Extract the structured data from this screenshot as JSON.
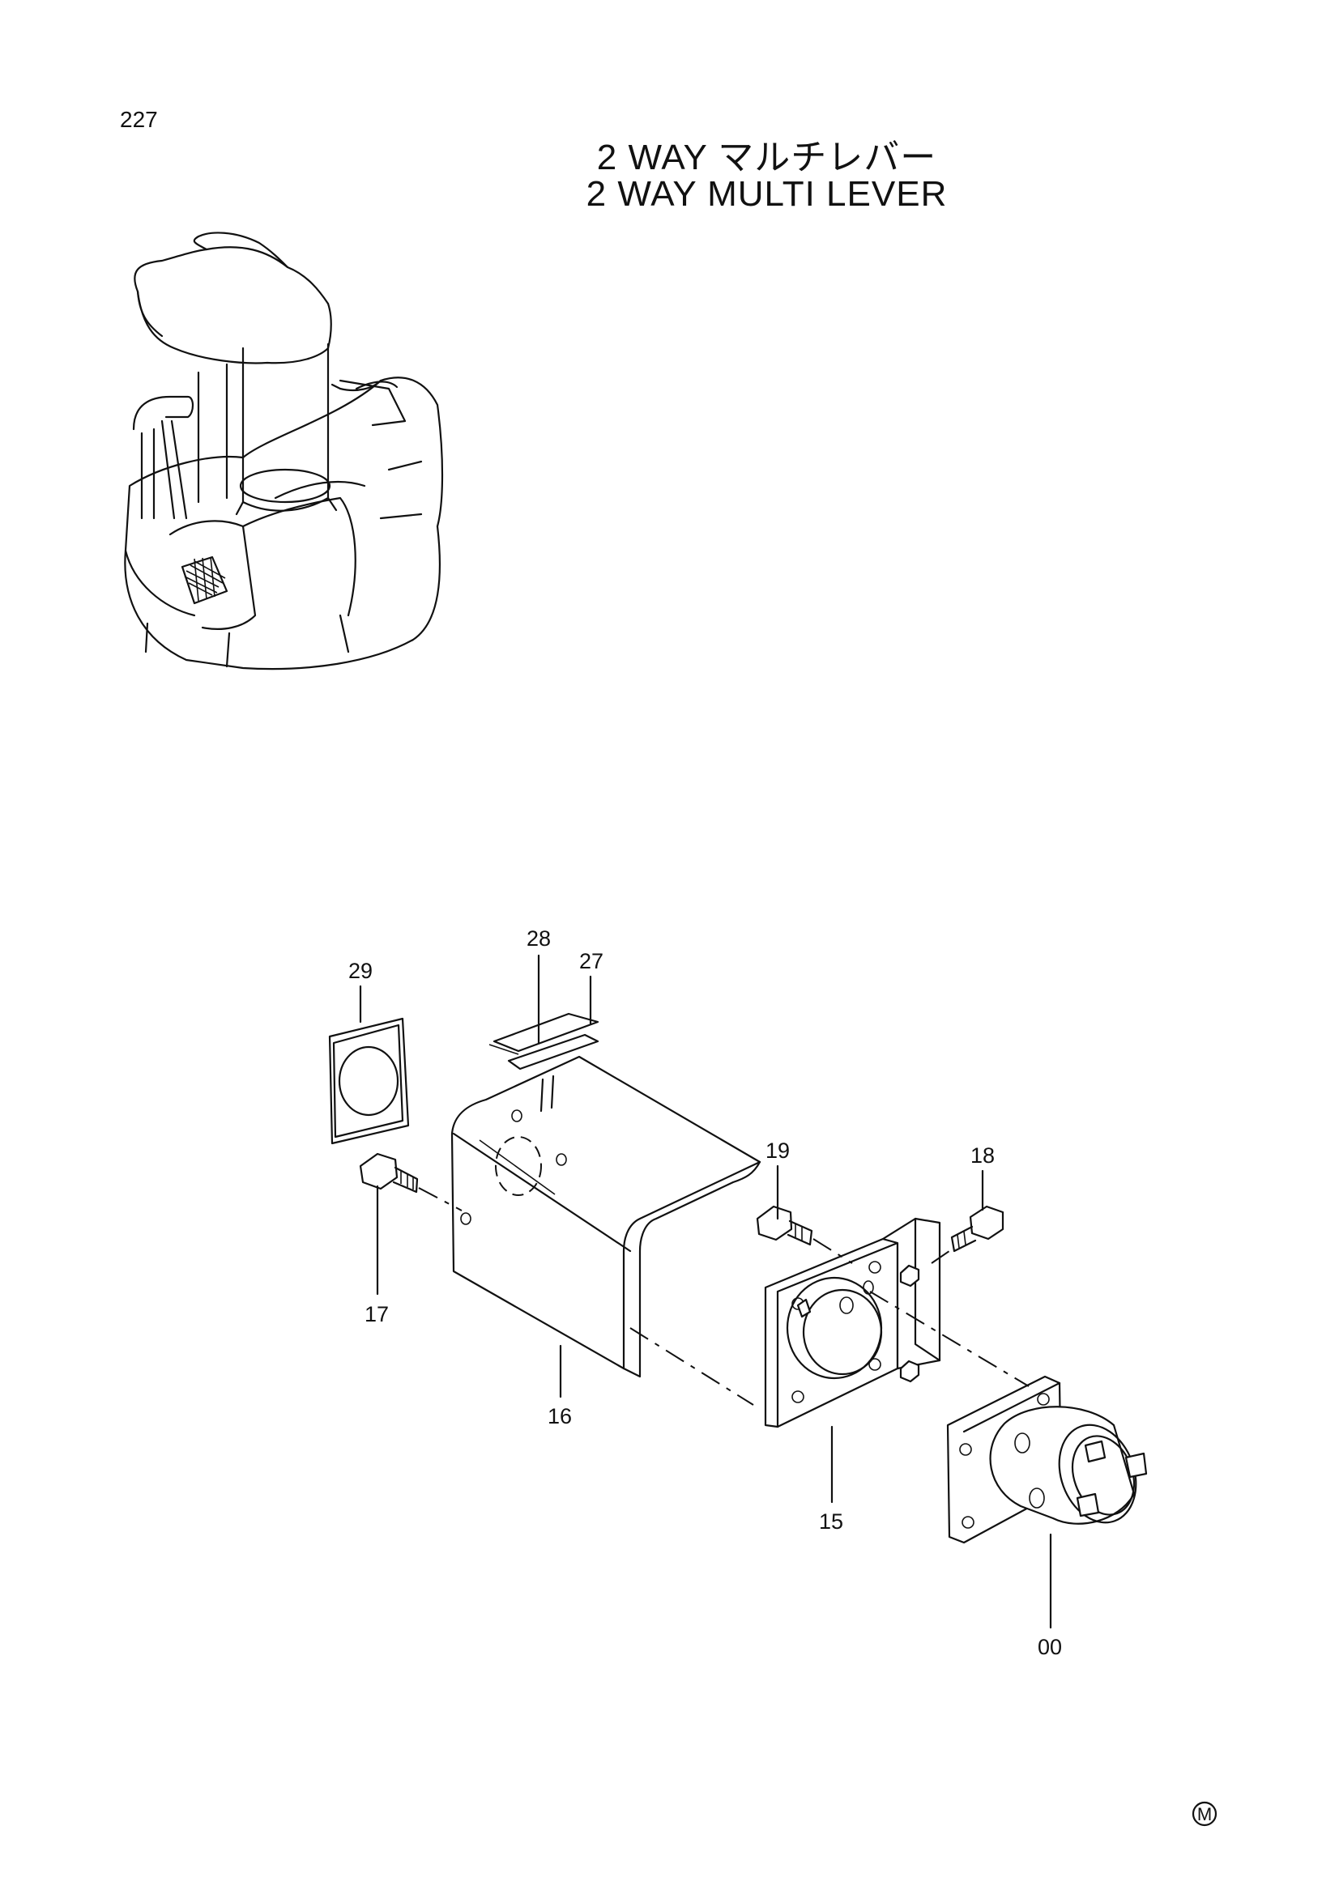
{
  "page_number": "227",
  "title_japanese": "2 WAY マルチレバー",
  "title_english": "2 WAY MULTI LEVER",
  "callouts": {
    "c28": "28",
    "c27": "27",
    "c29": "29",
    "c19": "19",
    "c18": "18",
    "c17": "17",
    "c16": "16",
    "c15": "15",
    "c00": "00"
  },
  "mark_symbol": "M"
}
